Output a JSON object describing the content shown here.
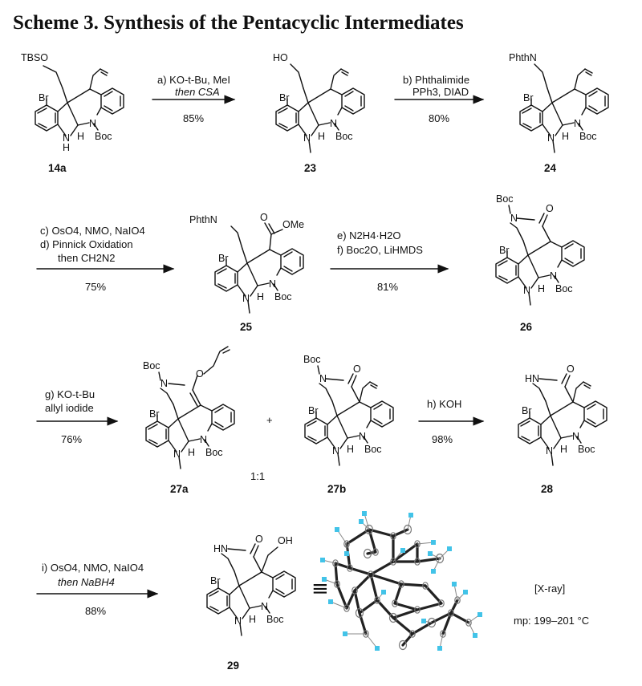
{
  "title": "Scheme 3. Synthesis of the Pentacyclic Intermediates",
  "compounds": {
    "c14a": "14a",
    "c23": "23",
    "c24": "24",
    "c25": "25",
    "c26": "26",
    "c27a": "27a",
    "c27b": "27b",
    "c28": "28",
    "c29": "29"
  },
  "labels": {
    "tbso": "TBSO",
    "ho": "HO",
    "phthn": "PhthN",
    "ome": "OMe",
    "oh": "OH",
    "boc": "Boc",
    "br": "Br",
    "n": "N",
    "h": "H",
    "nh": "NH",
    "hn": "HN",
    "o": "O",
    "plus": "+",
    "ratio": "1:1",
    "equiv": "≡"
  },
  "steps": {
    "a": {
      "l1": "a) KO-t-Bu, MeI",
      "l2": "then CSA",
      "yield": "85%"
    },
    "b": {
      "l1": "b) Phthalimide",
      "l2": "PPh3, DIAD",
      "yield": "80%"
    },
    "cd": {
      "l1": "c) OsO4, NMO, NaIO4",
      "l2": "d) Pinnick Oxidation",
      "l3": "then CH2N2",
      "yield": "75%"
    },
    "ef": {
      "l1": "e) N2H4·H2O",
      "l2": "f) Boc2O, LiHMDS",
      "yield": "81%"
    },
    "g": {
      "l1": "g) KO-t-Bu",
      "l2": "allyl iodide",
      "yield": "76%"
    },
    "h": {
      "l1": "h) KOH",
      "yield": "98%"
    },
    "i": {
      "l1": "i) OsO4, NMO, NaIO4",
      "l2": "then NaBH4",
      "yield": "88%"
    }
  },
  "xray": {
    "label": "[X-ray]",
    "mp": "mp: 199–201 °C"
  },
  "colors": {
    "oxygen": "#e8504e",
    "hydrogen": "#42c3e8",
    "nitrogen": "#3a5ec8",
    "carbon": "#1a1a1a"
  }
}
